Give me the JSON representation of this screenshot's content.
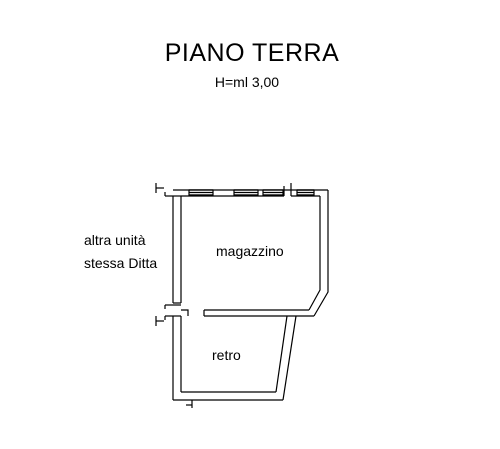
{
  "plan": {
    "title": "PIANO TERRA",
    "height_note": "H=ml 3,00",
    "neighbor_label": {
      "line1": "altra unità",
      "line2": "stessa Ditta"
    },
    "rooms": {
      "main": "magazzino",
      "back": "retro"
    },
    "colors": {
      "wall": "#000000",
      "background": "#ffffff"
    }
  }
}
